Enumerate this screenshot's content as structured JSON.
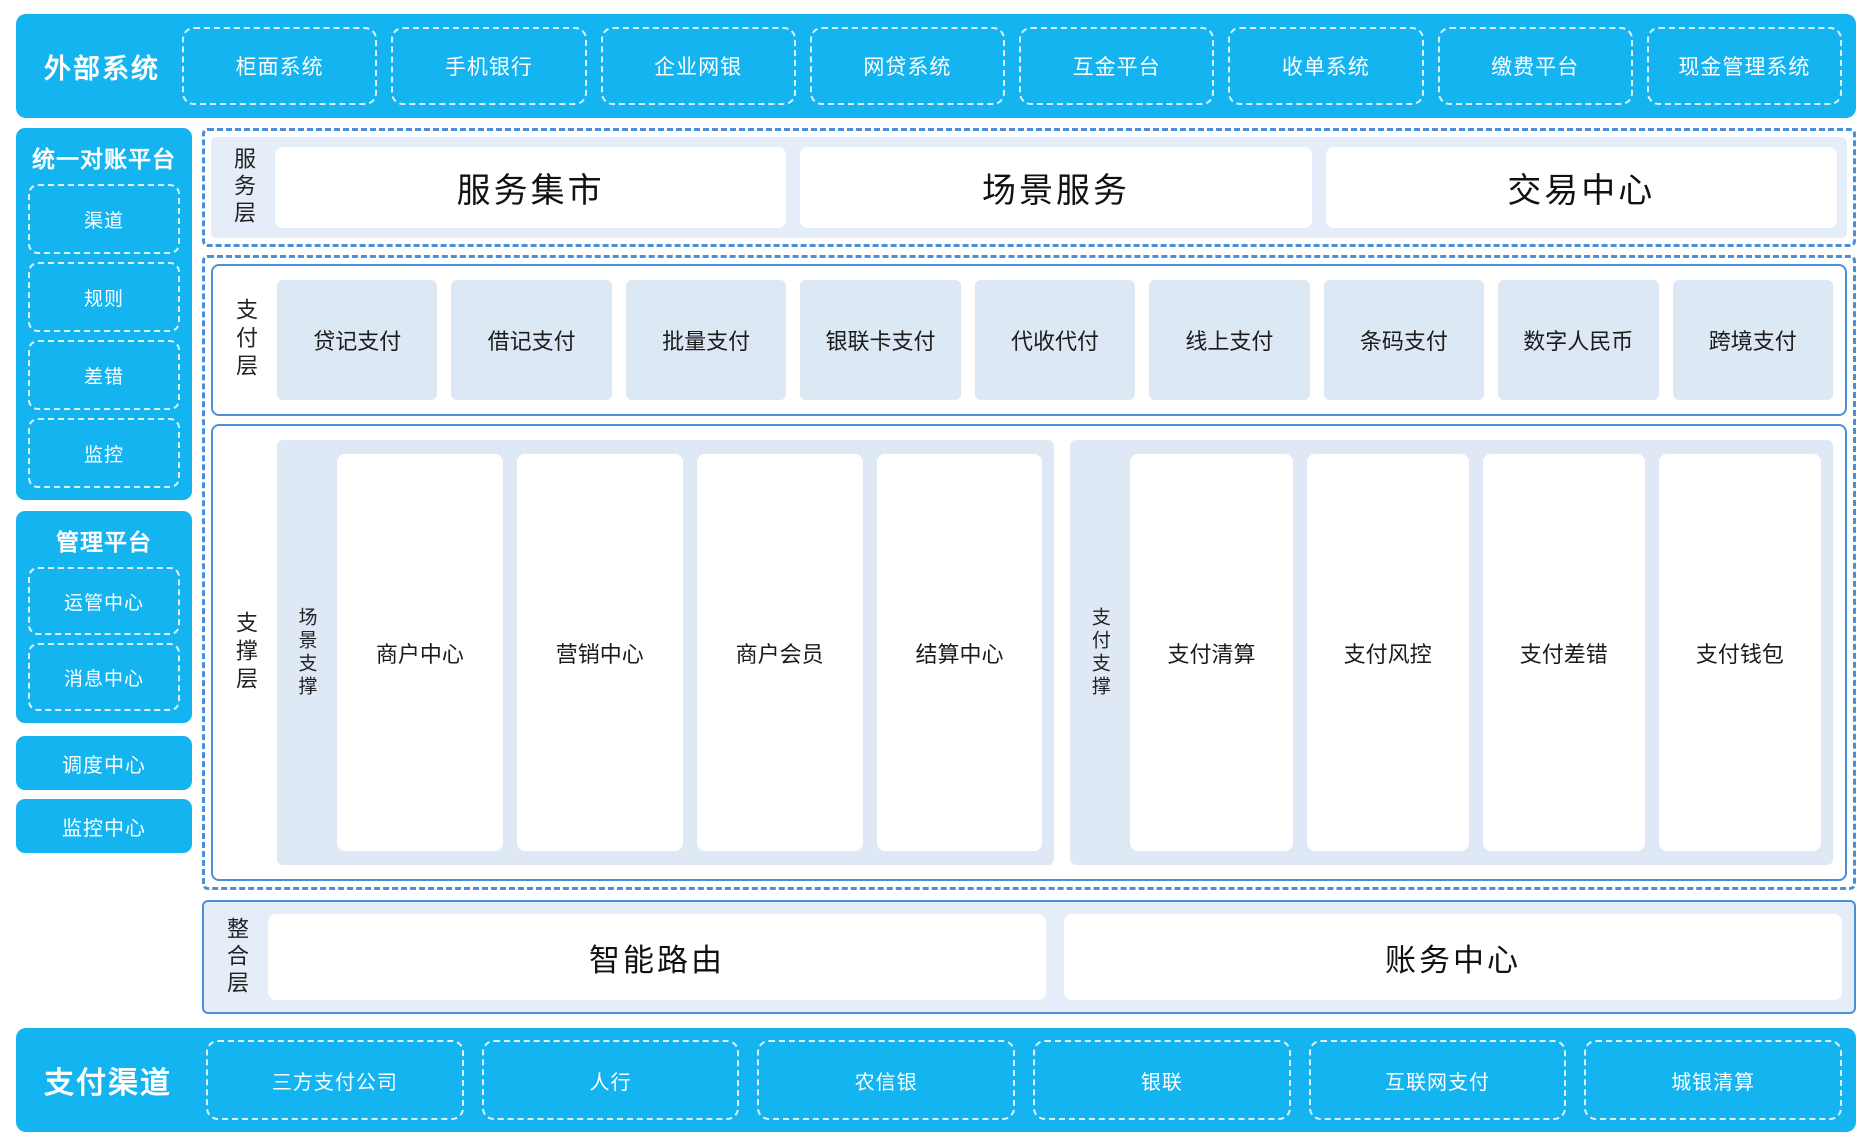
{
  "external_systems": {
    "title": "外部系统",
    "items": [
      "柜面系统",
      "手机银行",
      "企业网银",
      "网贷系统",
      "互金平台",
      "收单系统",
      "缴费平台",
      "现金管理系统"
    ]
  },
  "left_column": {
    "reconciliation_platform": {
      "title": "统一对账平台",
      "items": [
        "渠道",
        "规则",
        "差错",
        "监控"
      ]
    },
    "management_platform": {
      "title": "管理平台",
      "items": [
        "运管中心",
        "消息中心"
      ]
    },
    "standalone": [
      "调度中心",
      "监控中心"
    ]
  },
  "service_layer": {
    "label": "服务层",
    "cards": [
      "服务集市",
      "场景服务",
      "交易中心"
    ]
  },
  "payment_layer": {
    "label": "支付层",
    "cards": [
      "贷记支付",
      "借记支付",
      "批量支付",
      "银联卡支付",
      "代收代付",
      "线上支付",
      "条码支付",
      "数字人民币",
      "跨境支付"
    ]
  },
  "support_layer": {
    "label": "支撑层",
    "groups": [
      {
        "label": "场景支撑",
        "cards": [
          "商户中心",
          "营销中心",
          "商户会员",
          "结算中心"
        ]
      },
      {
        "label": "支付支撑",
        "cards": [
          "支付清算",
          "支付风控",
          "支付差错",
          "支付钱包"
        ]
      }
    ]
  },
  "integration_layer": {
    "label": "整合层",
    "cards": [
      "智能路由",
      "账务中心"
    ]
  },
  "payment_channels": {
    "title": "支付渠道",
    "items": [
      "三方支付公司",
      "人行",
      "农信银",
      "银联",
      "互联网支付",
      "城银清算"
    ]
  },
  "colors": {
    "brand_cyan": "#14b4f0",
    "dashed_blue": "#4a90d9",
    "band_bg": "#e4edf8",
    "card_blue": "#dde8f5"
  }
}
